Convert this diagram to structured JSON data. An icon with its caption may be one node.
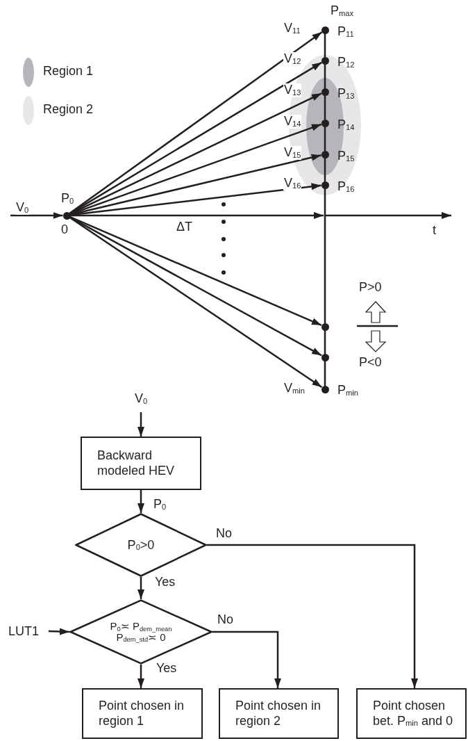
{
  "diagram": {
    "nodes": [
      {
        "text": [],
        "shape": "circle",
        "beside": [
          "P$_{0}$"
        ]
      },
      {
        "text": [],
        "shape": "circle",
        "beside": [
          "V$_{11}$",
          "P$_{11}$"
        ]
      },
      {
        "text": [],
        "shape": "circle",
        "beside": [
          "V$_{12}$",
          "P$_{12}$"
        ]
      },
      {
        "text": [],
        "shape": "circle",
        "beside": [
          "V$_{13}$",
          "P$_{13}$"
        ]
      },
      {
        "text": [],
        "shape": "circle",
        "beside": [
          "V$_{14}$",
          "P$_{14}$"
        ]
      },
      {
        "text": [],
        "shape": "circle",
        "beside": [
          "V$_{15}$",
          "P$_{15}$"
        ]
      },
      {
        "text": [],
        "shape": "circle",
        "beside": [
          "V$_{16}$",
          "P$_{16}$"
        ]
      },
      {
        "text": [],
        "shape": "circle"
      },
      {
        "text": [],
        "shape": "circle"
      },
      {
        "text": [],
        "shape": "circle",
        "beside": [
          "V$_{min}$",
          "P$_{min}$"
        ]
      },
      {
        "text": [
          "Backward modeled HEV"
        ]
      },
      {
        "text": [
          "P$_{0}$>0"
        ]
      },
      {
        "text": [
          "LUT1"
        ]
      },
      {
        "text": [
          "P$_{0}$≍ P$_{dem_mean}$ P$_{dem_std}$≍ 0"
        ]
      },
      {
        "text": [
          "Point chosen in region 1"
        ]
      },
      {
        "text": [
          "Point chosen in region 2"
        ]
      },
      {
        "text": [
          "Point chosen bet. P$_{min}$ and 0"
        ]
      }
    ],
    "edges": [
      {
        "from": null,
        "to": 0,
        "arrow": "to",
        "label": "V$_{0}$"
      },
      {
        "from": 0,
        "to": 1,
        "arrow": "to"
      },
      {
        "from": 0,
        "to": 2,
        "arrow": "to"
      },
      {
        "from": 0,
        "to": 3,
        "arrow": "to"
      },
      {
        "from": 0,
        "to": 4,
        "arrow": "to"
      },
      {
        "from": 0,
        "to": 5,
        "arrow": "to"
      },
      {
        "from": 0,
        "to": 6,
        "arrow": "to"
      },
      {
        "from": 0,
        "to": 7,
        "arrow": "to"
      },
      {
        "from": 0,
        "to": 8,
        "arrow": "to"
      },
      {
        "from": 0,
        "to": 9,
        "arrow": "to"
      },
      {
        "from": null,
        "to": 10,
        "arrow": "to",
        "label": "V$_{0}$"
      },
      {
        "from": 10,
        "to": 11,
        "arrow": "to",
        "label": "P$_{0}$"
      },
      {
        "from": 11,
        "to": 13,
        "arrow": "to",
        "label": "Yes"
      },
      {
        "from": 11,
        "to": 16,
        "arrow": "to",
        "label": "No"
      },
      {
        "from": 12,
        "to": 13,
        "arrow": "to"
      },
      {
        "from": 13,
        "to": 14,
        "arrow": "to",
        "label": "Yes"
      },
      {
        "from": 13,
        "to": 15,
        "arrow": "to",
        "label": "No"
      }
    ],
    "labels": [
      "P$_{max}$",
      "0",
      "ΔT",
      "t",
      "P>0",
      "P<0"
    ],
    "legend": [
      {
        "text": "Region 1",
        "color": "#b5b6ba"
      },
      {
        "text": "Region 2",
        "color": "#e6e7e9"
      }
    ]
  }
}
